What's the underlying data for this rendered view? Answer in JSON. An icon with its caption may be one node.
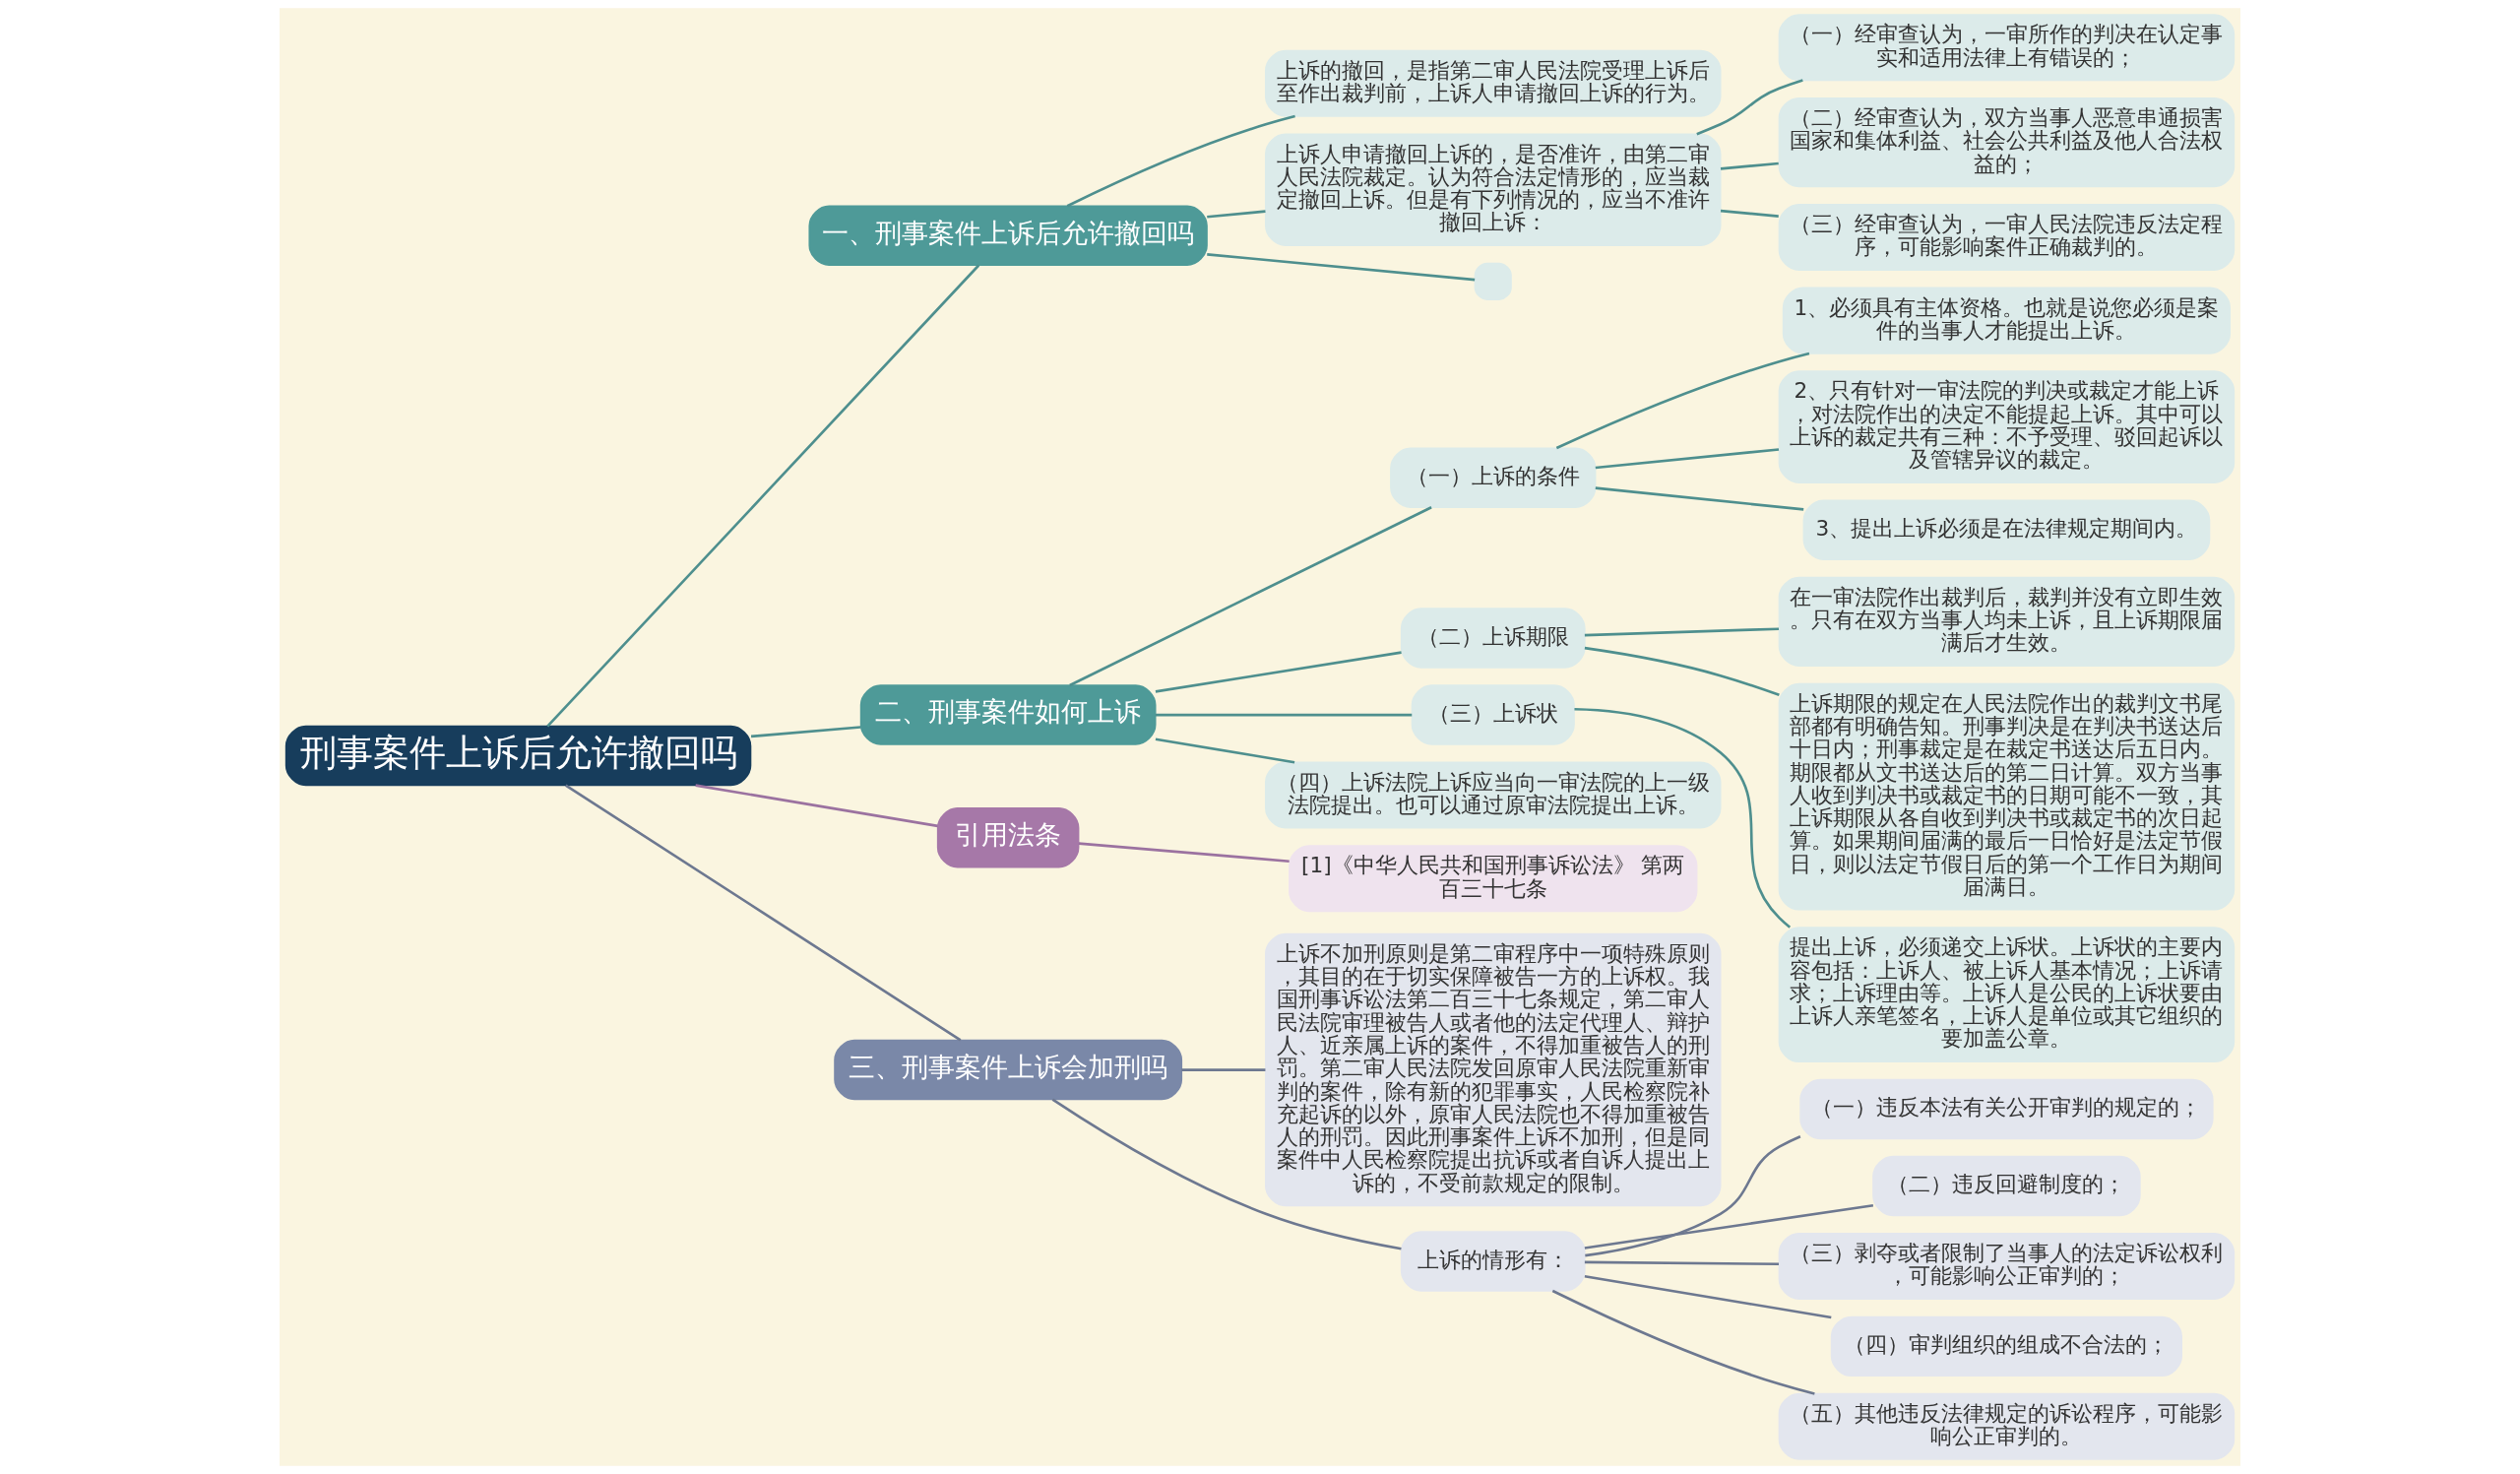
{
  "diagram": {
    "nodes": [
      {
        "text": [
          "刑事案件上诉后允许撤回吗"
        ]
      },
      {
        "text": [
          "一、刑事案件上诉后允许撤回吗"
        ]
      },
      {
        "text": [
          "上诉的撤回，是指第二审人民法院受理上诉后至作出裁判前，上诉人申请撤回上诉的行为。"
        ]
      },
      {
        "text": [
          "上诉人申请撤回上诉的，是否准许，由第二审人民法院裁定。认为符合法定情形的，应当裁定撤回上诉。但是有下列情况的，应当不准许撤回上诉："
        ]
      },
      {
        "text": [
          "（一）经审查认为，一审所作的判决在认定事实和适用法律上有错误的；"
        ]
      },
      {
        "text": [
          "（二）经审查认为，双方当事人恶意串通损害国家和集体利益、社会公共利益及他人合法权益的；"
        ]
      },
      {
        "text": [
          "（三）经审查认为，一审人民法院违反法定程序，可能影响案件正确裁判的。"
        ]
      },
      {
        "text": [],
        "shape": "box"
      },
      {
        "text": [
          "二、刑事案件如何上诉"
        ]
      },
      {
        "text": [
          "（一）上诉的条件"
        ]
      },
      {
        "text": [
          "1、必须具有主体资格。也就是说您必须是案件的当事人才能提出上诉。"
        ]
      },
      {
        "text": [
          "2、只有针对一审法院的判决或裁定才能上诉，对法院作出的决定不能提起上诉。其中可以上诉的裁定共有三种：不予受理、驳回起诉以及管辖异议的裁定。"
        ]
      },
      {
        "text": [
          "3、提出上诉必须是在法律规定期间内。"
        ]
      },
      {
        "text": [
          "（二）上诉期限"
        ]
      },
      {
        "text": [
          "在一审法院作出裁判后，裁判并没有立即生效。只有在双方当事人均未上诉，且上诉期限届满后才生效。"
        ]
      },
      {
        "text": [
          "上诉期限的规定在人民法院作出的裁判文书尾部都有明确告知。刑事判决是在判决书送达后十日内；刑事裁定是在裁定书送达后五日内。期限都从文书送达后的第二日计算。双方当事人收到判决书或裁定书的日期可能不一致，其上诉期限从各自收到判决书或裁定书的次日起算。如果期间届满的最后一日恰好是法定节假日，则以法定节假日后的第一个工作日为期间届满日。"
        ]
      },
      {
        "text": [
          "（三）上诉状"
        ]
      },
      {
        "text": [
          "提出上诉，必须递交上诉状。上诉状的主要内容包括：上诉人、被上诉人基本情况；上诉请求；上诉理由等。上诉人是公民的上诉状要由上诉人亲笔签名，上诉人是单位或其它组织的要加盖公章。"
        ]
      },
      {
        "text": [
          "（四）上诉法院上诉应当向一审法院的上一级法院提出。也可以通过原审法院提出上诉。"
        ]
      },
      {
        "text": [
          "引用法条"
        ]
      },
      {
        "text": [
          "[1]《中华人民共和国刑事诉讼法》 第两百三十七条"
        ]
      },
      {
        "text": [
          "三、刑事案件上诉会加刑吗"
        ]
      },
      {
        "text": [
          "上诉不加刑原则是第二审程序中一项特殊原则，其目的在于切实保障被告一方的上诉权。我国刑事诉讼法第二百三十七条规定，第二审人民法院审理被告人或者他的法定代理人、辩护人、近亲属上诉的案件，不得加重被告人的刑罚。第二审人民法院发回原审人民法院重新审判的案件，除有新的犯罪事实，人民检察院补充起诉的以外，原审人民法院也不得加重被告人的刑罚。因此刑事案件上诉不加刑，但是同案件中人民检察院提出抗诉或者自诉人提出上诉的，不受前款规定的限制。"
        ]
      },
      {
        "text": [
          "上诉的情形有："
        ]
      },
      {
        "text": [
          "（一）违反本法有关公开审判的规定的；"
        ]
      },
      {
        "text": [
          "（二）违反回避制度的；"
        ]
      },
      {
        "text": [
          "（三）剥夺或者限制了当事人的法定诉讼权利，可能影响公正审判的；"
        ]
      },
      {
        "text": [
          "（四）审判组织的组成不合法的；"
        ]
      },
      {
        "text": [
          "（五）其他违反法律规定的诉讼程序，可能影响公正审判的。"
        ]
      }
    ],
    "edges": [
      {
        "from": 0,
        "to": 1,
        "arrow": "none"
      },
      {
        "from": 1,
        "to": 2,
        "arrow": "none"
      },
      {
        "from": 1,
        "to": 3,
        "arrow": "none"
      },
      {
        "from": 3,
        "to": 4,
        "arrow": "none"
      },
      {
        "from": 3,
        "to": 5,
        "arrow": "none"
      },
      {
        "from": 3,
        "to": 6,
        "arrow": "none"
      },
      {
        "from": 1,
        "to": 7,
        "arrow": "none"
      },
      {
        "from": 0,
        "to": 8,
        "arrow": "none"
      },
      {
        "from": 8,
        "to": 9,
        "arrow": "none"
      },
      {
        "from": 9,
        "to": 10,
        "arrow": "none"
      },
      {
        "from": 9,
        "to": 11,
        "arrow": "none"
      },
      {
        "from": 9,
        "to": 12,
        "arrow": "none"
      },
      {
        "from": 8,
        "to": 13,
        "arrow": "none"
      },
      {
        "from": 13,
        "to": 14,
        "arrow": "none"
      },
      {
        "from": 13,
        "to": 15,
        "arrow": "none"
      },
      {
        "from": 8,
        "to": 16,
        "arrow": "none"
      },
      {
        "from": 16,
        "to": 17,
        "arrow": "none"
      },
      {
        "from": 8,
        "to": 18,
        "arrow": "none"
      },
      {
        "from": 0,
        "to": 19,
        "arrow": "none",
        "color": "#9b72a0"
      },
      {
        "from": 19,
        "to": 20,
        "arrow": "none",
        "color": "#9b72a0"
      },
      {
        "from": 0,
        "to": 21,
        "arrow": "none",
        "color": "#6d7890"
      },
      {
        "from": 21,
        "to": 22,
        "arrow": "none",
        "color": "#6d7890"
      },
      {
        "from": 21,
        "to": 23,
        "arrow": "none",
        "color": "#6d7890"
      },
      {
        "from": 23,
        "to": 24,
        "arrow": "none",
        "color": "#6d7890"
      },
      {
        "from": 23,
        "to": 25,
        "arrow": "none",
        "color": "#6d7890"
      },
      {
        "from": 23,
        "to": 26,
        "arrow": "none",
        "color": "#6d7890"
      },
      {
        "from": 23,
        "to": 27,
        "arrow": "none",
        "color": "#6d7890"
      },
      {
        "from": 23,
        "to": 28,
        "arrow": "none",
        "color": "#6d7890"
      }
    ]
  }
}
